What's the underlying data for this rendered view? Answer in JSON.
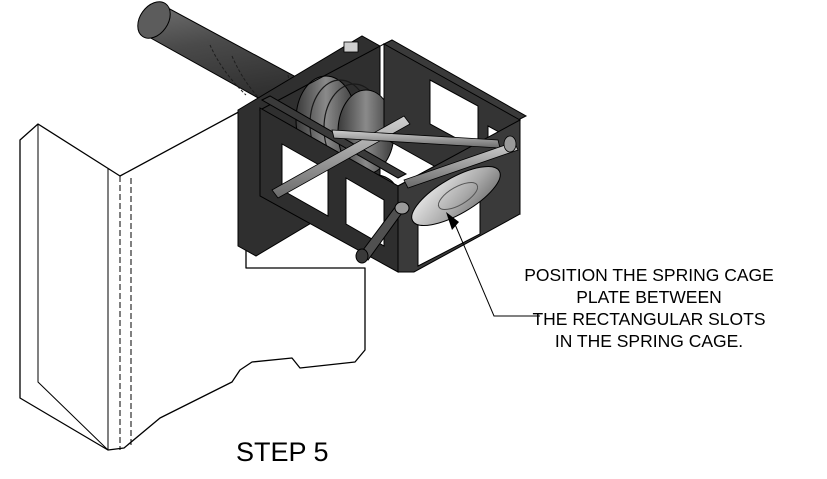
{
  "callout": {
    "lines": [
      "POSITION THE SPRING CAGE",
      "PLATE BETWEEN",
      "THE RECTANGULAR SLOTS",
      "IN THE SPRING CAGE."
    ]
  },
  "step_label": "STEP 5",
  "colors": {
    "line": "#000000",
    "metal_dark": "#3c3c3c",
    "metal_mid": "#5a5a5a",
    "metal_light": "#9a9a9a",
    "panel": "#ffffff"
  }
}
